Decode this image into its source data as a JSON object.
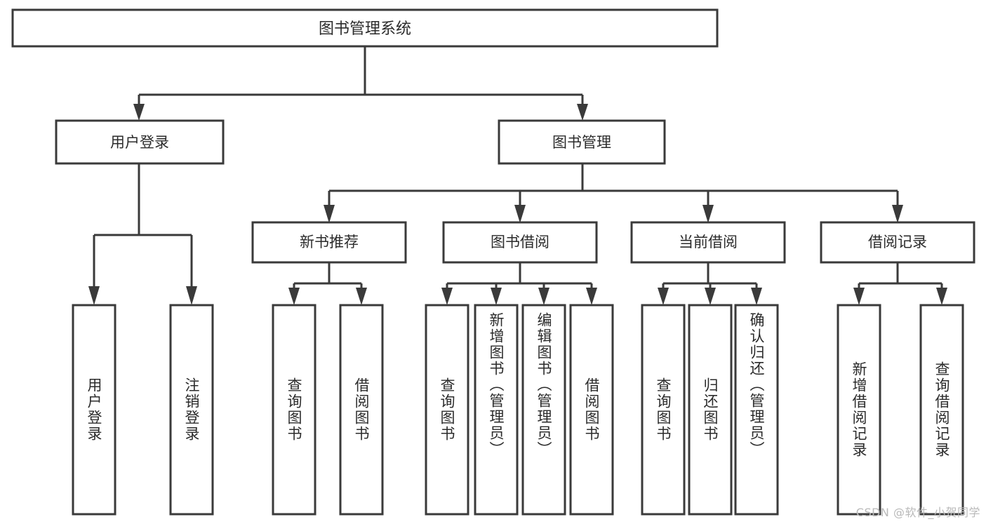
{
  "diagram": {
    "type": "tree-hierarchy",
    "title": "图书管理系统",
    "background_color": "#ffffff",
    "box_fill": "#ffffff",
    "box_stroke": "#3a3a3a",
    "text_color": "#2b2b2b",
    "root": {
      "id": "root",
      "label": "图书管理系统"
    },
    "level1": [
      {
        "id": "user-login",
        "label": "用户登录"
      },
      {
        "id": "book-manage",
        "label": "图书管理"
      }
    ],
    "level2": [
      {
        "id": "new-book-recommend",
        "label": "新书推荐"
      },
      {
        "id": "book-borrow",
        "label": "图书借阅"
      },
      {
        "id": "current-borrow",
        "label": "当前借阅"
      },
      {
        "id": "borrow-record",
        "label": "借阅记录"
      }
    ],
    "leaves": {
      "user-login": [
        {
          "id": "leaf-user-login",
          "label": "用户登录"
        },
        {
          "id": "leaf-user-logout",
          "label": "注销登录"
        }
      ],
      "new-book-recommend": [
        {
          "id": "leaf-query-book-1",
          "label": "查询图书"
        },
        {
          "id": "leaf-borrow-book-1",
          "label": "借阅图书"
        }
      ],
      "book-borrow": [
        {
          "id": "leaf-query-book-2",
          "label": "查询图书"
        },
        {
          "id": "leaf-add-book",
          "label": "新增图书（管理员）"
        },
        {
          "id": "leaf-edit-book",
          "label": "编辑图书（管理员）"
        },
        {
          "id": "leaf-borrow-book-2",
          "label": "借阅图书"
        }
      ],
      "current-borrow": [
        {
          "id": "leaf-query-book-3",
          "label": "查询图书"
        },
        {
          "id": "leaf-return-book",
          "label": "归还图书"
        },
        {
          "id": "leaf-confirm-return",
          "label": "确认归还（管理员）"
        }
      ],
      "borrow-record": [
        {
          "id": "leaf-add-record",
          "label": "新增借阅记录"
        },
        {
          "id": "leaf-query-record",
          "label": "查询借阅记录"
        }
      ]
    }
  },
  "watermark": {
    "text": "CSDN @软件_小贺同学"
  }
}
